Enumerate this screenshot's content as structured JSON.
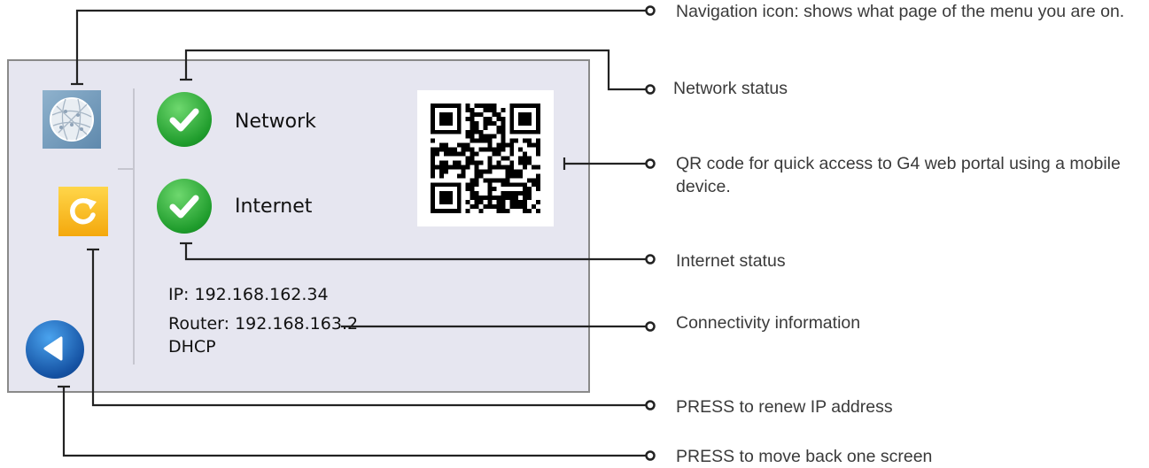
{
  "screen": {
    "status_items": [
      {
        "label": "Network",
        "state": "ok",
        "icon": "check-icon"
      },
      {
        "label": "Internet",
        "state": "ok",
        "icon": "check-icon"
      }
    ],
    "connectivity": {
      "ip": "IP: 192.168.162.34",
      "router": "Router: 192.168.163.2",
      "mode": "DHCP"
    },
    "icons": {
      "navigation": "globe-network-icon",
      "renew": "refresh-icon",
      "back": "back-arrow-icon",
      "qr": "qr-code"
    }
  },
  "callouts": [
    {
      "id": "navigation",
      "text": "Navigation icon: shows what page of the menu you are on."
    },
    {
      "id": "network",
      "text": "Network status"
    },
    {
      "id": "qr",
      "text": "QR code for quick access to G4 web portal using a mobile device."
    },
    {
      "id": "internet",
      "text": "Internet status"
    },
    {
      "id": "connectivity",
      "text": "Connectivity information"
    },
    {
      "id": "renew",
      "text": "PRESS to renew IP address"
    },
    {
      "id": "back",
      "text": "PRESS to move back one screen"
    }
  ],
  "colors": {
    "screen_bg": "#e6e6f0",
    "check_green": "#1f9c2c",
    "renew_yellow": "#f4b21c",
    "back_blue": "#1552a3",
    "callout_line": "#222222"
  }
}
